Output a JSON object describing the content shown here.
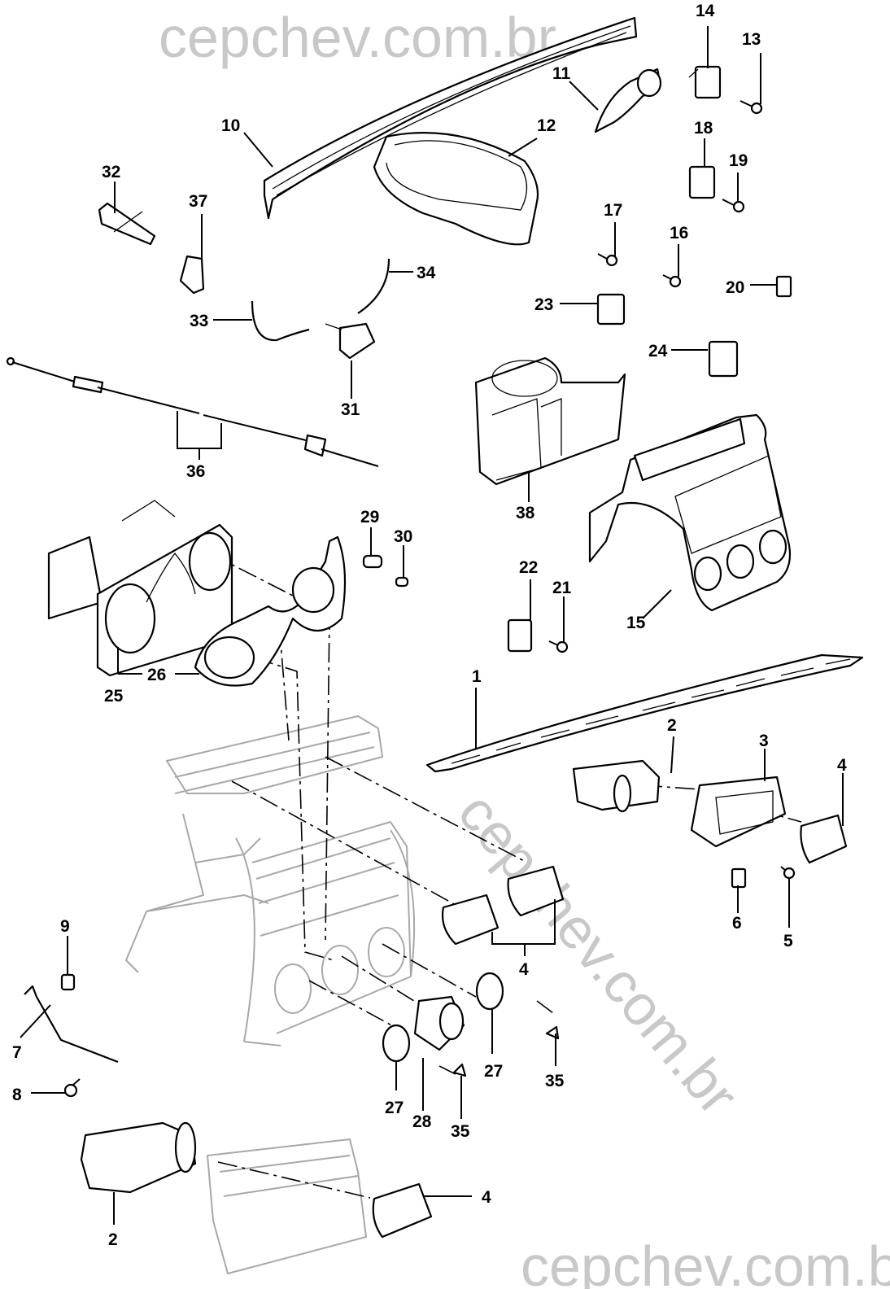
{
  "diagram": {
    "title": "Instrument panel center console, vents and heater controls – exploded view",
    "watermark_text": "cepchev.com.br",
    "watermark_color": "#c8c8c8",
    "line_color": "#000000",
    "ghost_color": "#a8a8a8",
    "callouts": {
      "c1": "1",
      "c2a": "2",
      "c2b": "2",
      "c3": "3",
      "c4a": "4",
      "c4b": "4",
      "c4c": "4",
      "c5": "5",
      "c6": "6",
      "c7": "7",
      "c8": "8",
      "c9": "9",
      "c10": "10",
      "c11": "11",
      "c12": "12",
      "c13": "13",
      "c14": "14",
      "c15": "15",
      "c16": "16",
      "c17": "17",
      "c18": "18",
      "c19": "19",
      "c20": "20",
      "c21": "21",
      "c22": "22",
      "c23": "23",
      "c24": "24",
      "c25": "25",
      "c26": "26",
      "c27a": "27",
      "c27b": "27",
      "c28": "28",
      "c29": "29",
      "c30": "30",
      "c31": "31",
      "c32": "32",
      "c33": "33",
      "c34": "34",
      "c35a": "35",
      "c35b": "35",
      "c36": "36",
      "c37": "37",
      "c38": "38"
    }
  }
}
